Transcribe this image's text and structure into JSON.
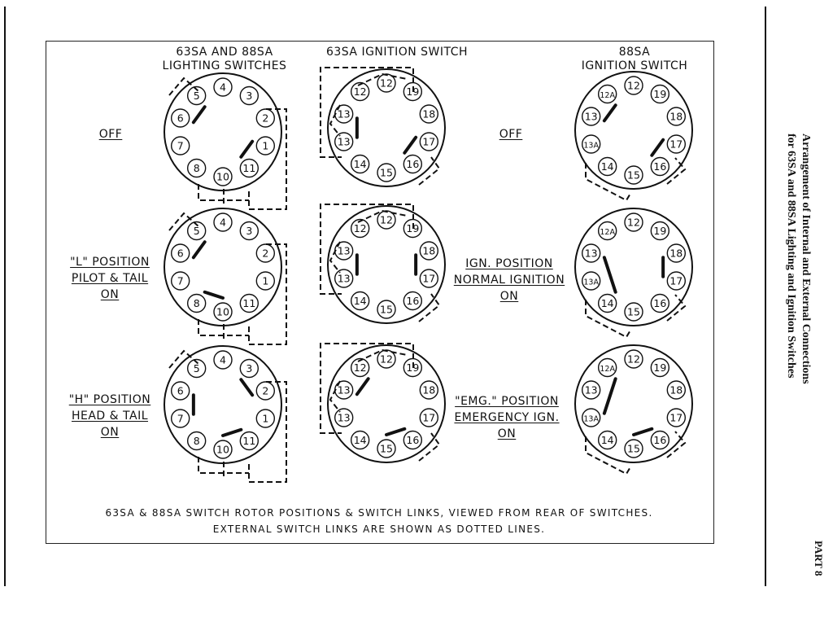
{
  "headings": {
    "lighting": [
      "63SA AND 88SA",
      "LIGHTING SWITCHES"
    ],
    "ign63": "63SA  IGNITION SWITCH",
    "ign88": [
      "88SA",
      "IGNITION SWITCH"
    ]
  },
  "row_labels": {
    "left": [
      [
        "OFF"
      ],
      [
        "\"L\" POSITION",
        "PILOT & TAIL",
        "ON"
      ],
      [
        "\"H\" POSITION",
        "HEAD & TAIL",
        "ON"
      ]
    ],
    "right": [
      [
        "OFF"
      ],
      [
        "IGN. POSITION",
        "NORMAL IGNITION",
        "ON"
      ],
      [
        "\"EMG.\" POSITION",
        "EMERGENCY IGN.",
        "ON"
      ]
    ]
  },
  "caption": [
    "63SA & 88SA SWITCH ROTOR POSITIONS & SWITCH LINKS, VIEWED FROM REAR OF SWITCHES.",
    "EXTERNAL SWITCH LINKS ARE SHOWN AS DOTTED LINES."
  ],
  "side_title": [
    "Arrangement of Internal and External Connections",
    "for 63SA and 88SA Lighting and Ignition Switches"
  ],
  "part_label": "PART 8",
  "switches": {
    "lighting_terminals": [
      "4",
      "3",
      "2",
      "1",
      "11",
      "10",
      "8",
      "7",
      "6",
      "5"
    ],
    "ign63_terminals": [
      "12",
      "19",
      "18",
      "17",
      "16",
      "15",
      "14",
      "13",
      "13",
      "12"
    ],
    "ign88_terminals": [
      "12",
      "19",
      "18",
      "17",
      "16",
      "15",
      "14",
      "13A",
      "13",
      "12A"
    ]
  }
}
